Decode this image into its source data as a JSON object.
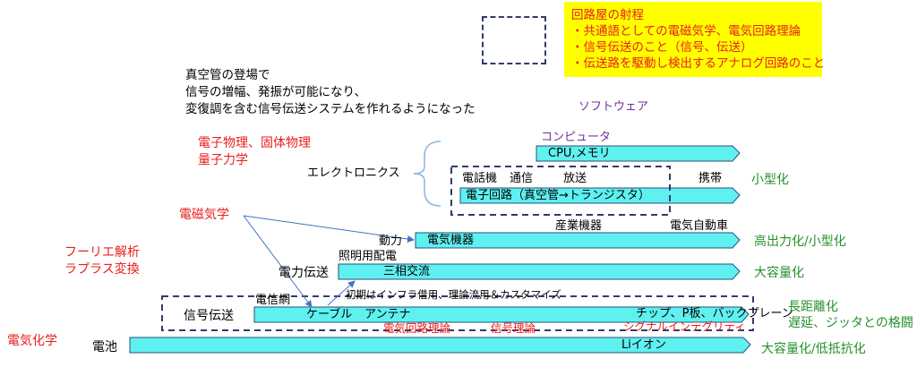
{
  "legend_box": {
    "title": "回路屋の射程",
    "lines": [
      "・共通語としての電磁気学、電気回路理論",
      "・信号伝送のこと（信号、伝送）",
      "・伝送路を駆動し検出するアナログ回路のこと"
    ]
  },
  "vacuum_tube_note": {
    "lines": [
      "真空管の登場で",
      "信号の増幅、発振が可能になり、",
      "変復調を含む信号伝送システムを作れるようになった"
    ]
  },
  "left_labels": {
    "physics_1": "電子物理、固体物理",
    "physics_2": "量子力学",
    "electromagnetism": "電磁気学",
    "fourier": "フーリエ解析",
    "laplace": "ラプラス変換",
    "electrochemistry": "電気化学"
  },
  "category_labels": {
    "software": "ソフトウェア",
    "electronics": "エレクトロニクス",
    "power": "動力",
    "power_transmission": "電力伝送",
    "signal_transmission": "信号伝送",
    "battery": "電池",
    "computer": "コンピュータ"
  },
  "bars": {
    "cpu": "CPU,メモリ",
    "electronic_circuit": "電子回路（真空管→トランジスタ）",
    "electric_machine": "電気機器",
    "three_phase": "三相交流",
    "cable": "ケーブル",
    "antenna": "アンテナ",
    "li_ion": "Liイオン"
  },
  "annotations": {
    "telephone": "電話機",
    "communication": "通信",
    "broadcast": "放送",
    "mobile": "携帯",
    "industrial": "産業機器",
    "ev": "電気自動車",
    "lighting": "照明用配電",
    "telecom_network": "電信網",
    "early_use": "初期はインフラ借用、理論流用＆カスタマイズ",
    "chip_board": "チップ、P板、バックプレーン",
    "circuit_theory": "電気回路理論",
    "signal_theory": "信号理論",
    "signal_integrity": "シグナルインテグリティ"
  },
  "right_labels": {
    "miniaturization": "小型化",
    "high_power": "高出力化/小型化",
    "large_capacity": "大容量化",
    "long_distance": "長距離化",
    "delay_jitter": "遅延、ジッタとの格闘",
    "capacity_resistance": "大容量化/低抵抗化"
  },
  "colors": {
    "bar_fill": "#5ff0f0",
    "bar_stroke": "#2a4f7a",
    "dash": "#2f3c6b",
    "red": "#e8201c",
    "green": "#24912b",
    "purple": "#7030a0",
    "arrow": "#4472c4"
  }
}
